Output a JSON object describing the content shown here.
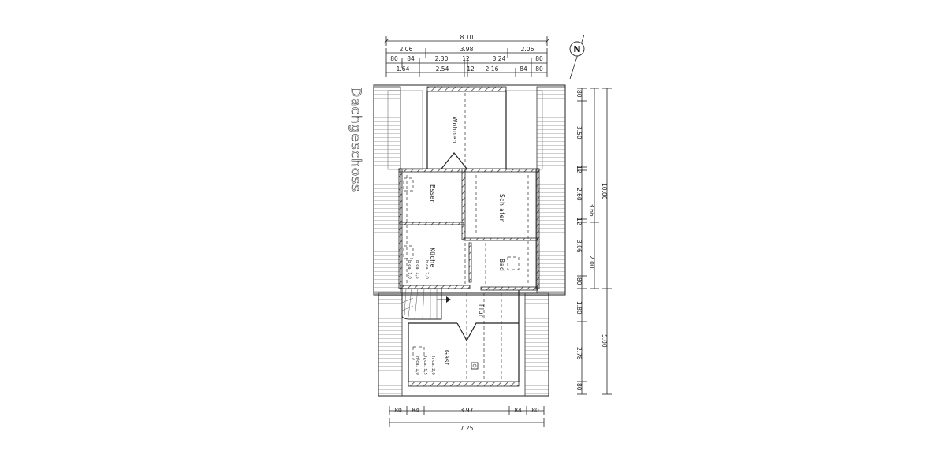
{
  "plan_title": "Dachgeschoss",
  "north_label": "N",
  "rooms": {
    "wohnen": "Wohnen",
    "essen": "Essen",
    "schlafen": "Schlafen",
    "kueche": "Küche",
    "bad": "Bad",
    "flur": "Flur",
    "gast": "Gast"
  },
  "dims_top": {
    "total": "8.10",
    "row2": [
      "2.06",
      "3.98",
      "2.06"
    ],
    "row3": [
      "80",
      "84",
      "2.30",
      "12",
      "3.24",
      "80"
    ],
    "row4": [
      "1.64",
      "2.54",
      "12",
      "2.16",
      "84",
      "80"
    ]
  },
  "dims_bottom": {
    "row1": [
      "80",
      "84",
      "3.97",
      "84",
      "80"
    ],
    "total": "7.25"
  },
  "dims_right": {
    "inner": [
      "80",
      "3.50",
      "12",
      "2.60",
      "12",
      "3.06",
      "80",
      "1.80",
      "2.78",
      "80"
    ],
    "middle": [
      "3.66",
      "2.00"
    ],
    "outer": [
      "10.00",
      "5.00"
    ]
  },
  "room_notes": {
    "kueche": [
      "b ca. 2,0",
      "b ca. 1,5",
      "b ca. 1,0"
    ],
    "gast": [
      "h ca. 2,0",
      "h ca. 1,5",
      "h ca. 1,0"
    ]
  }
}
